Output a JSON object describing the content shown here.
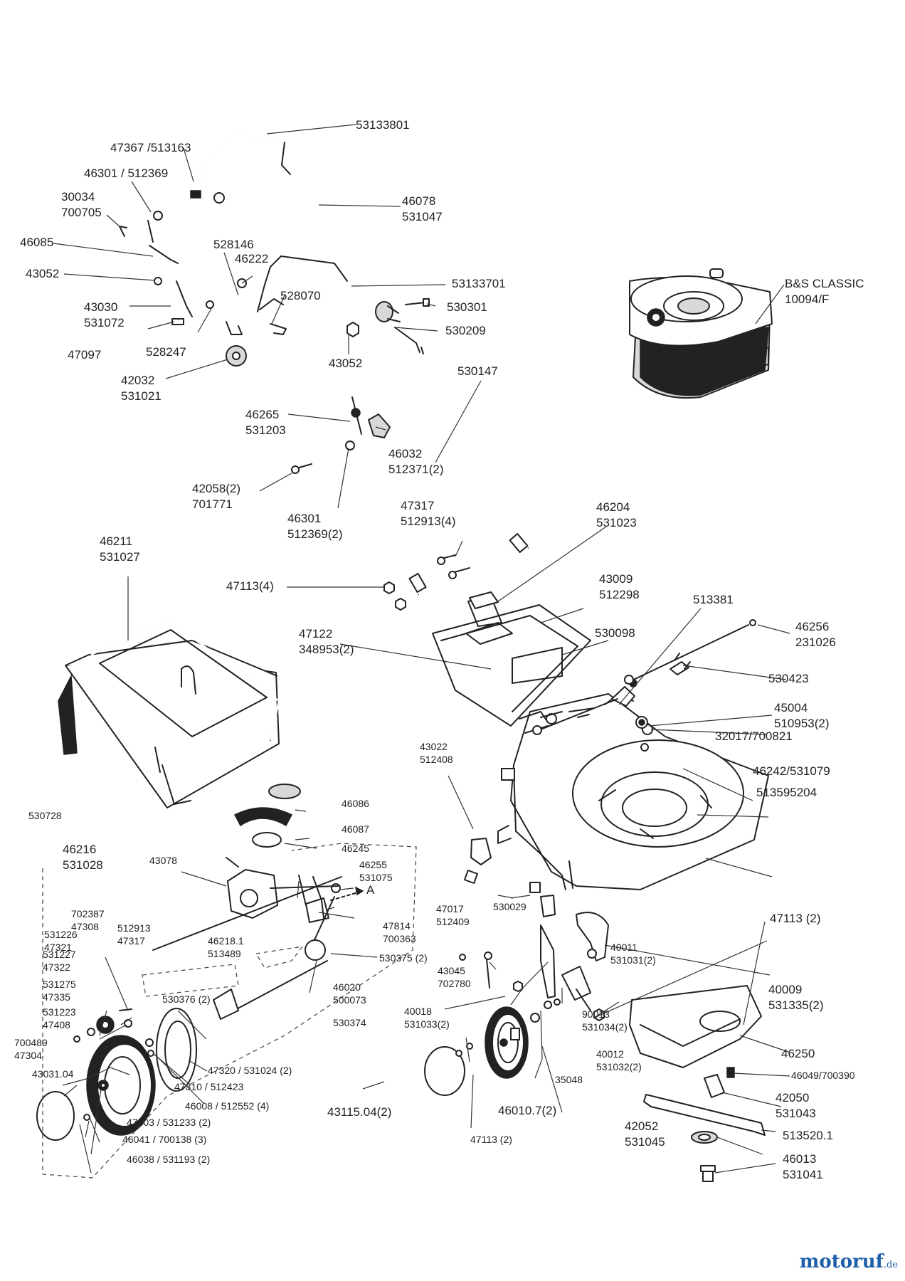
{
  "labels": {
    "l01": "53133801",
    "l02": "47367 /513163",
    "l03": "46301 / 512369",
    "l04": "30034\n700705",
    "l05": "46078\n531047",
    "l06": "46085",
    "l07": "528146",
    "l08": "46222",
    "l09": "43052",
    "l10": "53133701",
    "l11": "528070",
    "l12": "530301",
    "l13": "43030\n531072",
    "l14": "530209",
    "l15": "47097",
    "l16": "528247",
    "l17": "43052",
    "l18": "42032\n531021",
    "l19": "B&S CLASSIC\n10094/F",
    "l20": "530147",
    "l21": "46265\n531203",
    "l22": "46032\n512371(2)",
    "l23": "42058(2)\n701771",
    "l24": "47317\n512913(4)",
    "l25": "46301\n512369(2)",
    "l26": "46204\n531023",
    "l27": "46211\n531027",
    "l28": "47113(4)",
    "l29": "43009\n512298",
    "l30": "513381",
    "l31": "47122\n348953(2)",
    "l32": "530098",
    "l33": "46256\n231026",
    "l34": "530423",
    "l35": "45004\n510953(2)",
    "l36": "32017/700821",
    "l37": "43022\n512408",
    "l38": "46242/531079",
    "l39": "513595204",
    "l40": "530728",
    "l41": "46086",
    "l42": "46087",
    "l43": "46245",
    "l44": "46216\n531028",
    "l45": "43078",
    "l46": "46255\n531075",
    "l47": "A",
    "l48": "702387\n47308",
    "l49": "531226\n47321",
    "l50": "512913\n47317",
    "l51": "531227\n47322",
    "l52": "46218.1\n513489",
    "l53": "47814\n700363",
    "l54": "47017\n512409",
    "l55": "530029",
    "l56": "47113 (2)",
    "l57": "40011\n531031(2)",
    "l58": "531275\n47335",
    "l59": "530375 (2)",
    "l60": "43045\n702780",
    "l61": "40009\n531335(2)",
    "l62": "531223\n47408",
    "l63": "46020\n500073",
    "l64": "530376 (2)",
    "l65": "530374",
    "l66": "40018\n531033(2)",
    "l67": "90013\n531034(2)",
    "l68": "700489\n47304",
    "l69": "46250",
    "l70": "43031.04",
    "l71": "47320 / 531024 (2)",
    "l72": "40012\n531032(2)",
    "l73": "46049/700390",
    "l74": "47310 / 512423",
    "l75": "46008 / 512552 (4)",
    "l76": "35048",
    "l77": "42050\n531043",
    "l78": "47303 / 531233 (2)",
    "l79": "43115.04(2)",
    "l80": "46010.7(2)",
    "l81": "46041 / 700138 (3)",
    "l82": "47113 (2)",
    "l83": "42052\n531045",
    "l84": "513520.1",
    "l85": "46038 / 531193 (2)",
    "l86": "46013\n531041"
  },
  "watermark": {
    "brand": "motoruf",
    "tld": ".de"
  },
  "colors": {
    "line": "#222222",
    "brand_blue": "#1d5fa8",
    "brand_orange": "#e07a10"
  }
}
